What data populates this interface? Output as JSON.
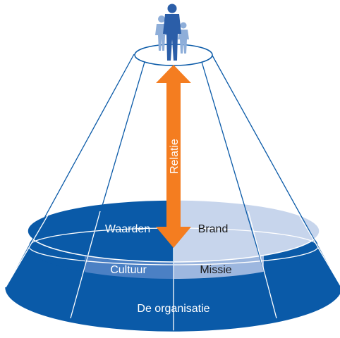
{
  "diagram": {
    "arrow_label": "Relatie",
    "segments": {
      "waarden": "Waarden",
      "brand": "Brand",
      "cultuur": "Cultuur",
      "missie": "Missie",
      "organisatie": "De organisatie"
    },
    "colors": {
      "dark_blue": "#0a5aa8",
      "mid_blue": "#4b80c4",
      "light_blue": "#c7d5ec",
      "pale_blue": "#9db7df",
      "arrow_orange": "#f47d20",
      "figure_blue": "#2b5ea8",
      "figure_light": "#8eaed9"
    },
    "icons": [
      "people-group-icon",
      "double-arrow-icon"
    ]
  }
}
